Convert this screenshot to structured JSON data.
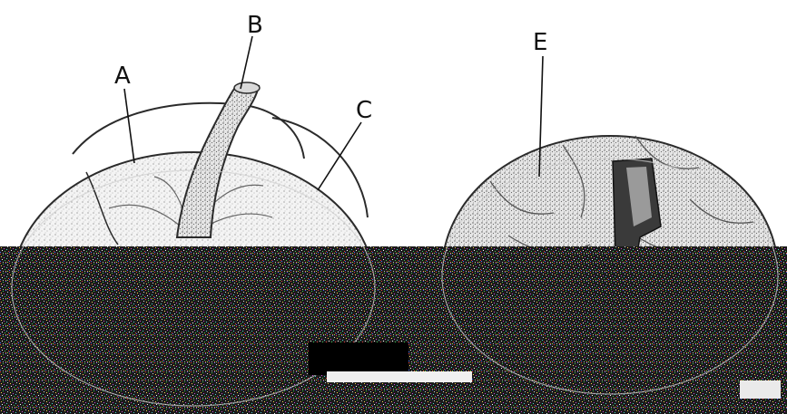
{
  "labels": {
    "a": "A",
    "b": "B",
    "c": "C",
    "e": "E"
  },
  "colors": {
    "background": "#ffffff",
    "ink": "#2b2b2b",
    "specimen_fill": "#f2f2f2",
    "noise_base": "#1a1a1a",
    "window_fill": "#3a3a3a"
  }
}
